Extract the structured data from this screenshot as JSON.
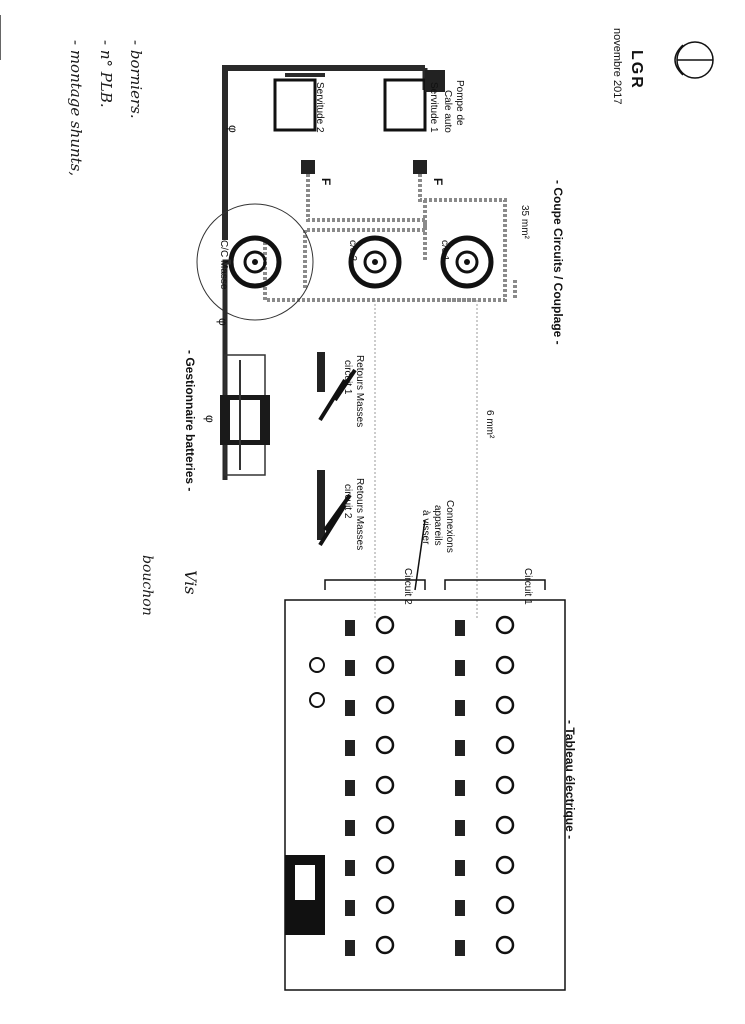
{
  "header": {
    "logo_text": "LGR",
    "date": "novembre 2017"
  },
  "sections": {
    "coupe": "- Coupe Circuits / Couplage -",
    "gestion": "- Gestionnaire batteries -",
    "tableau": "- Tableau électrique -"
  },
  "components": {
    "pompe_line1": "Pompe de",
    "pompe_line2": "Cale auto",
    "servitude1": "Servitude 1",
    "servitude2": "Servitude 2",
    "fuse1": "F",
    "fuse2": "F",
    "cc1": "c/c 1",
    "cc2": "c/c 2",
    "cc_masse": "C/C Masse",
    "wire_35": "35 mm²",
    "wire_6": "6 mm²",
    "retours1_line1": "Retours Masses",
    "retours1_line2": "circuit 1",
    "retours2_line1": "Retours Masses",
    "retours2_line2": "circuit 2",
    "connexions_line1": "Connexions",
    "connexions_line2": "appareils",
    "connexions_line3": "à visser",
    "circuit1": "Circuit 1",
    "circuit2": "Circuit 2",
    "phi": "φ"
  },
  "handwritten": {
    "note1": "- borniers.",
    "note2": "- n° PLB.",
    "note3": "- montage shunts,",
    "vis": "Vis",
    "bouchon": "bouchon"
  },
  "colors": {
    "ink": "#111111",
    "wire_main": "#2a2a2a",
    "wire_dotted": "#8a8a8a"
  }
}
